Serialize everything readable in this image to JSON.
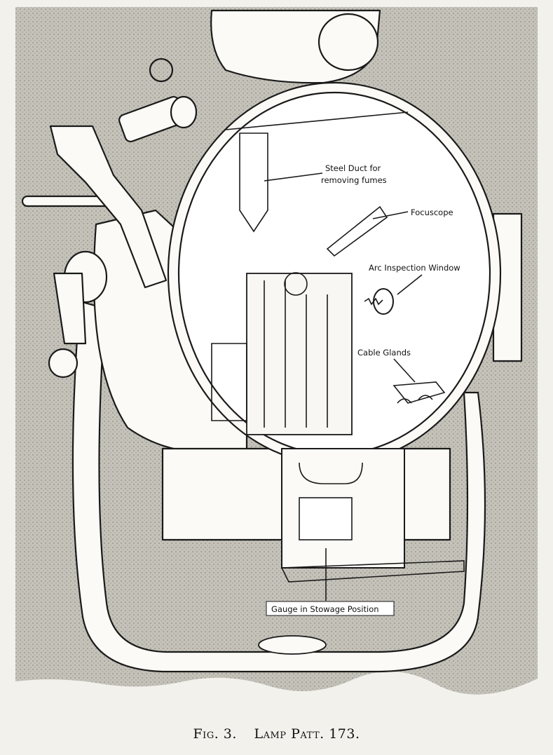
{
  "figure": {
    "caption_fig": "Fig. 3.",
    "caption_title": "Lamp Patt. 173."
  },
  "callouts": {
    "steel_duct_line1": "Steel Duct for",
    "steel_duct_line2": "removing fumes",
    "focuscope": "Focuscope",
    "arc_window": "Arc Inspection Window",
    "cable_glands": "Cable Glands",
    "gauge": "Gauge in Stowage Position"
  },
  "colors": {
    "background": "#f2f1ec",
    "stipple": "#b9b7ae",
    "ink": "#1a1a1a",
    "paper": "#fbfaf6"
  }
}
